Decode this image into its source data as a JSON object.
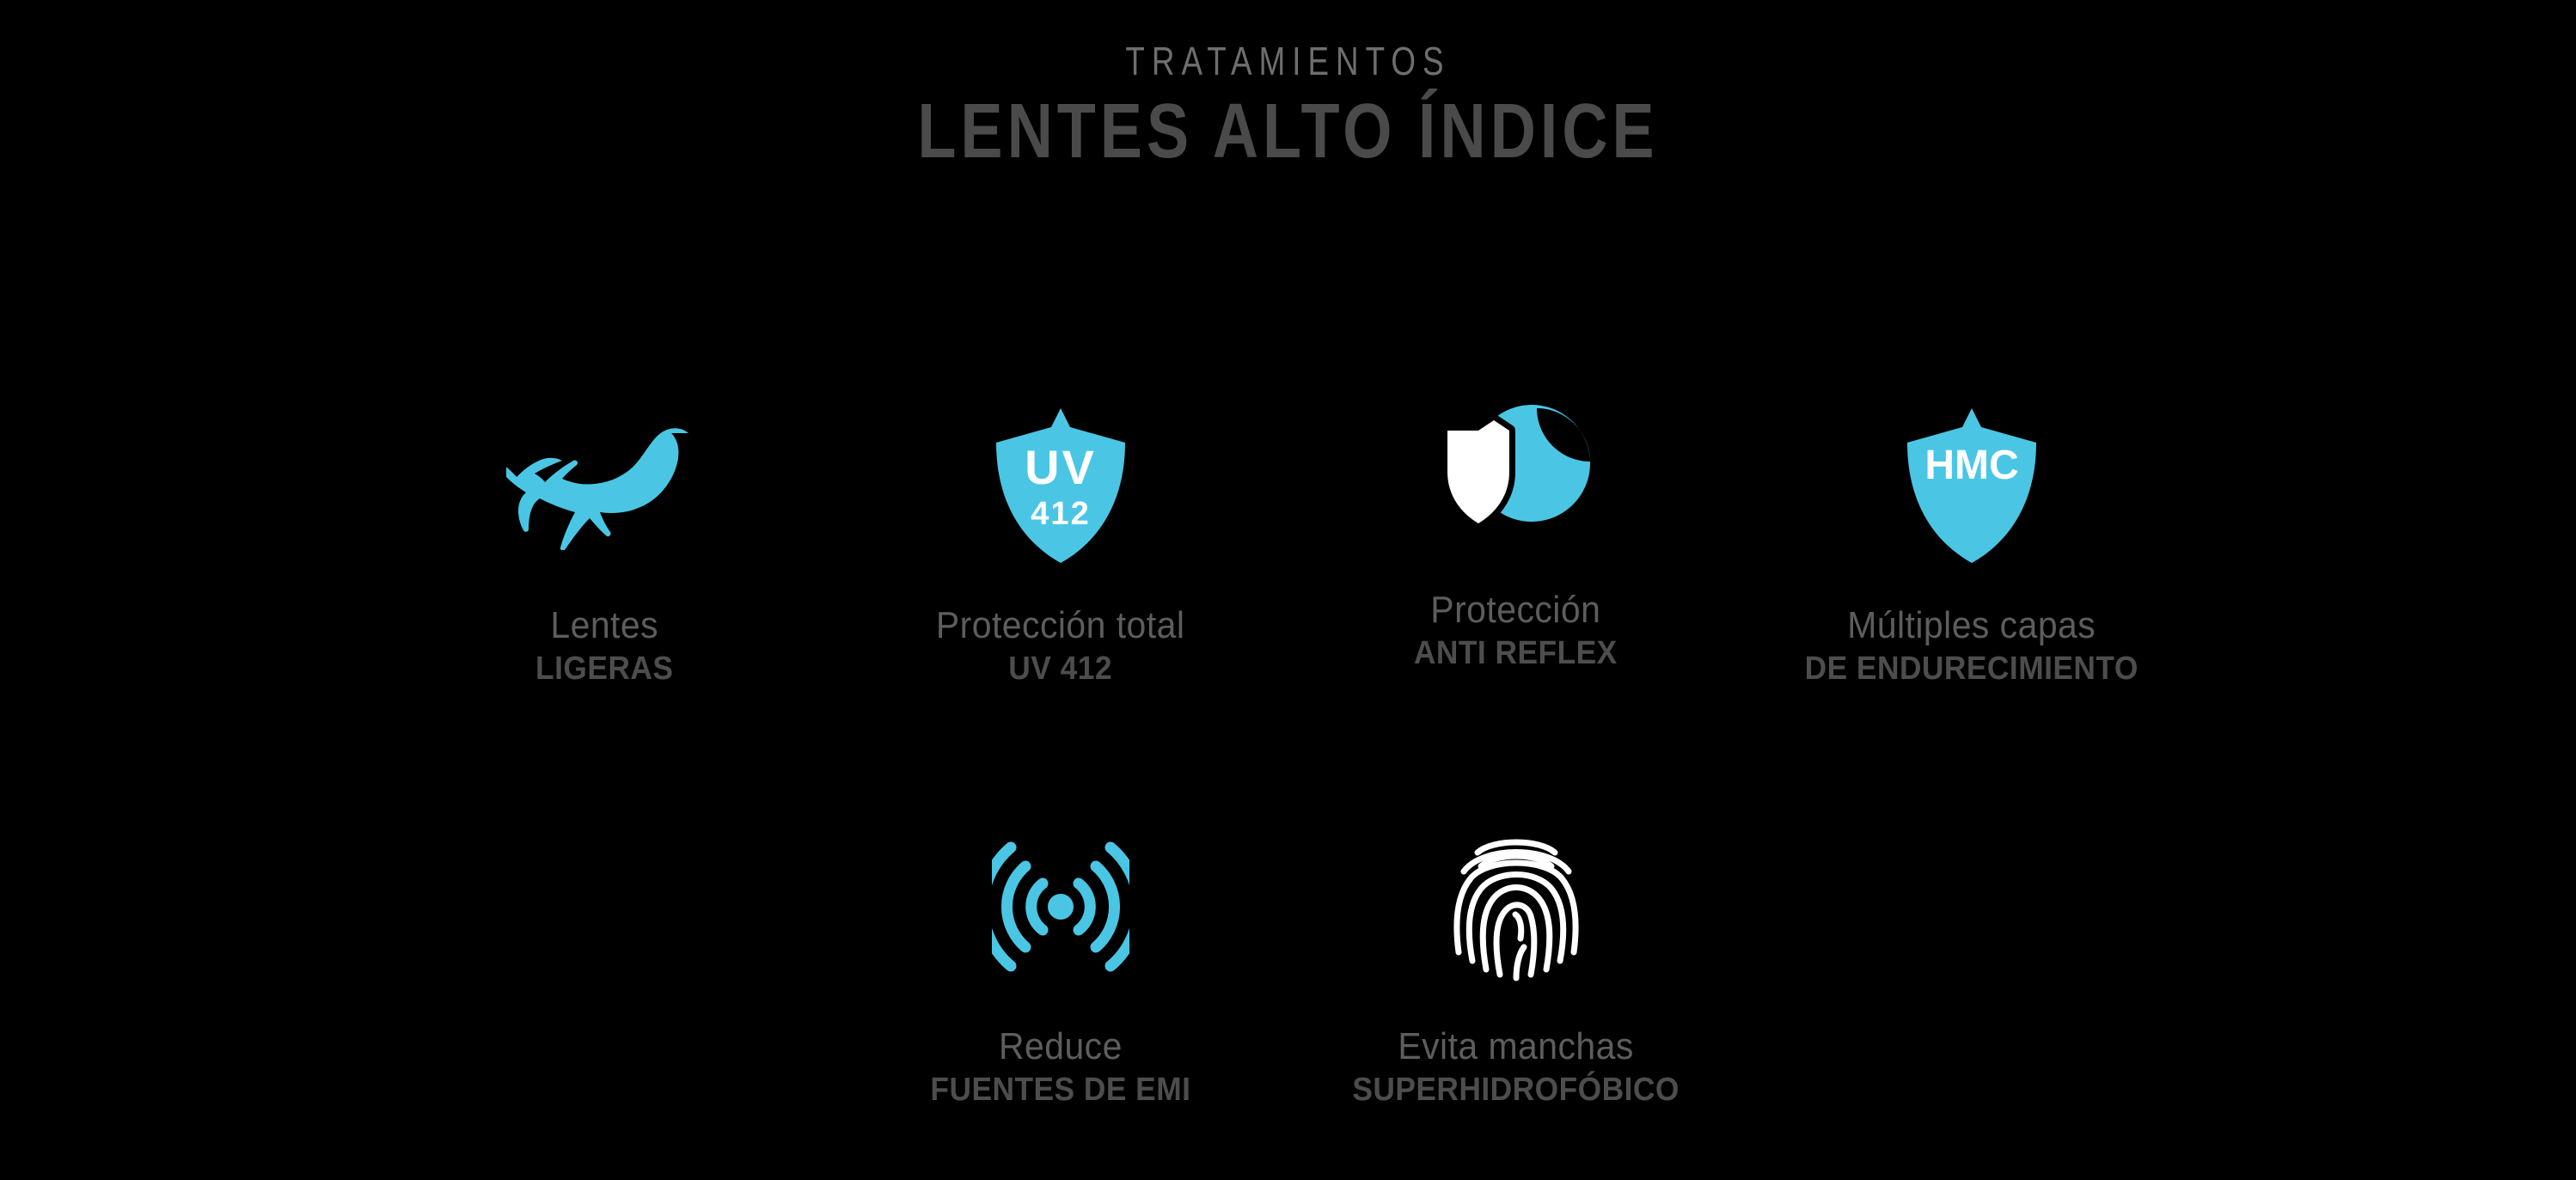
{
  "header": {
    "eyebrow": "TRATAMIENTOS",
    "title": "LENTES ALTO ÍNDICE"
  },
  "theme": {
    "background": "#000000",
    "accent_cyan": "#4AC6E4",
    "white": "#FFFFFF",
    "eyebrow_gray": "#6E6E6E",
    "headline_gray": "#4A4A4A",
    "caption_light_gray": "#5D5D5D",
    "caption_bold_gray": "#4D4D4D"
  },
  "features": {
    "row_one": [
      {
        "icon": "feather-icon",
        "icon_color": "#4AC6E4",
        "label_top": "Lentes",
        "label_bottom": "LIGERAS"
      },
      {
        "icon": "shield-uv-icon",
        "icon_color": "#4AC6E4",
        "shield_line_1": "UV",
        "shield_line_2": "412",
        "label_top": "Protección total",
        "label_bottom": "UV 412"
      },
      {
        "icon": "anti-reflex-icon",
        "icon_color": "#4AC6E4",
        "label_top": "Protección",
        "label_bottom": "ANTI REFLEX"
      },
      {
        "icon": "shield-hmc-icon",
        "icon_color": "#4AC6E4",
        "shield_line_1": "HMC",
        "label_top": "Múltiples capas",
        "label_bottom": "DE ENDURECIMIENTO"
      }
    ],
    "row_two": [
      {
        "icon": "emi-waves-icon",
        "icon_color": "#4AC6E4",
        "label_top": "Reduce",
        "label_bottom": "FUENTES DE EMI"
      },
      {
        "icon": "fingerprint-icon",
        "icon_color": "#FFFFFF",
        "label_top": "Evita manchas",
        "label_bottom": "SUPERHIDROFÓBICO"
      }
    ]
  }
}
